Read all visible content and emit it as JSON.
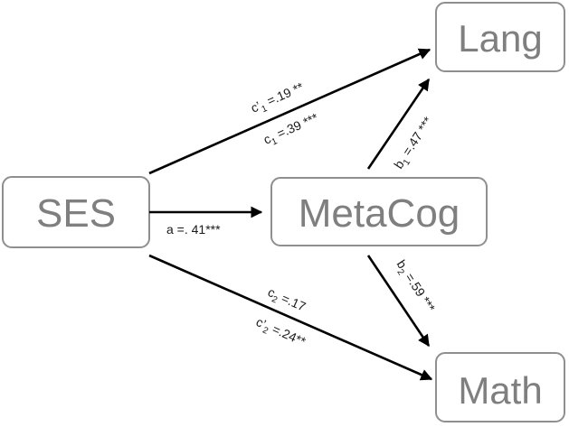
{
  "nodes": {
    "ses": "SES",
    "metacog": "MetaCog",
    "lang": "Lang",
    "math": "Math"
  },
  "edges": {
    "c_prime_1": {
      "base": "c’",
      "sub": "1",
      "rest": " =.19 **"
    },
    "c_1": {
      "base": "c",
      "sub": "1",
      "rest": " =.39 ***"
    },
    "a": {
      "text": "a =. 41***"
    },
    "b_1": {
      "base": "b",
      "sub": "1",
      "rest": " =.47 ***"
    },
    "b_2": {
      "base": "b",
      "sub": "2",
      "rest": " =.59 ***"
    },
    "c_2": {
      "base": "c",
      "sub": "2",
      "rest": " =.17"
    },
    "c_prime_2": {
      "base": "c’",
      "sub": "2",
      "rest": " =.24**"
    }
  }
}
